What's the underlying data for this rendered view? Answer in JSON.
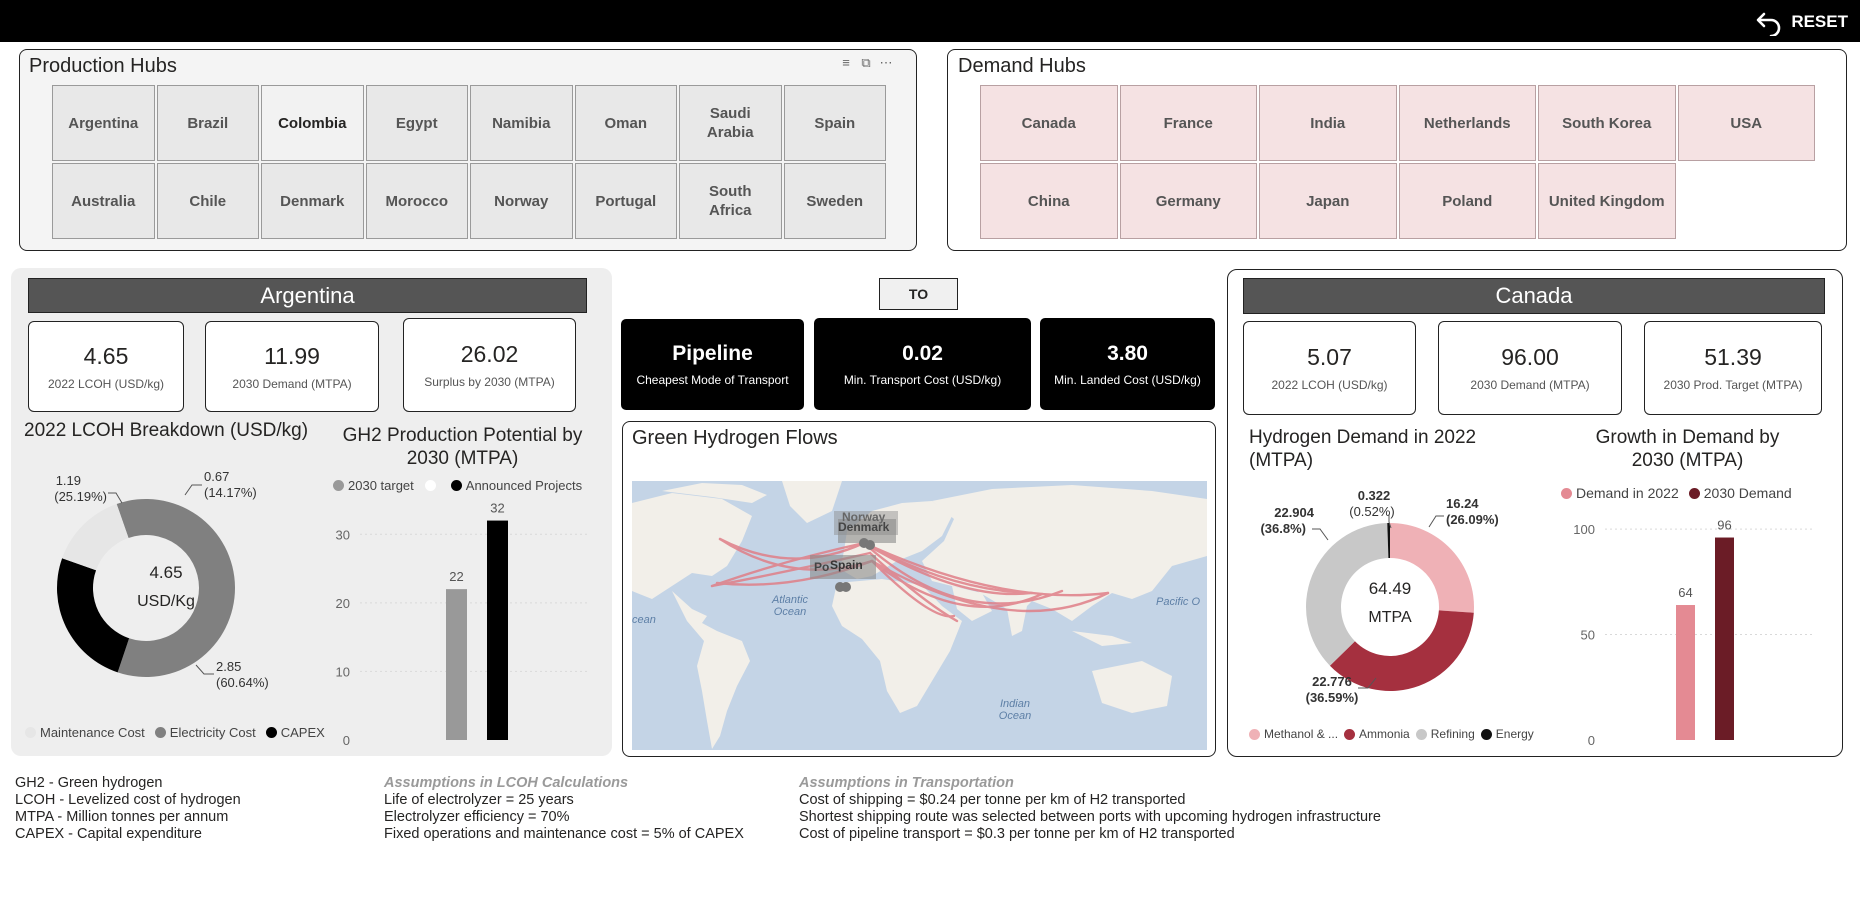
{
  "header": {
    "reset_label": "RESET"
  },
  "production_hubs": {
    "title": "Production Hubs",
    "items": [
      "Argentina",
      "Brazil",
      "Colombia",
      "Egypt",
      "Namibia",
      "Oman",
      "Saudi Arabia",
      "Spain",
      "Australia",
      "Chile",
      "Denmark",
      "Morocco",
      "Norway",
      "Portugal",
      "South Africa",
      "Sweden"
    ],
    "selected": "Colombia"
  },
  "demand_hubs": {
    "title": "Demand Hubs",
    "items": [
      "Canada",
      "France",
      "India",
      "Netherlands",
      "South Korea",
      "USA",
      "China",
      "Germany",
      "Japan",
      "Poland",
      "United Kingdom"
    ]
  },
  "origin": {
    "name": "Argentina",
    "kpis": [
      {
        "value": "4.65",
        "label": "2022 LCOH (USD/kg)"
      },
      {
        "value": "11.99",
        "label": "2030 Demand (MTPA)"
      },
      {
        "value": "26.02",
        "label": "Surplus by 2030 (MTPA)"
      }
    ],
    "lcoh_title": "2022 LCOH Breakdown (USD/kg)",
    "lcoh_center_value": "4.65",
    "lcoh_center_unit": "USD/Kg",
    "lcoh_labels": {
      "capex": {
        "v": "1.19",
        "p": "(25.19%)"
      },
      "maint": {
        "v": "0.67",
        "p": "(14.17%)"
      },
      "elec": {
        "v": "2.85",
        "p": "(60.64%)"
      }
    },
    "lcoh_legend": [
      "Maintenance Cost",
      "Electricity Cost",
      "CAPEX"
    ],
    "potential_title_1": "GH2 Production Potential by",
    "potential_title_2": "2030 (MTPA)",
    "potential_legend": [
      "2030 target",
      "Announced Projects"
    ]
  },
  "transport": {
    "to_label": "TO",
    "cards": [
      {
        "value": "Pipeline",
        "label": "Cheapest Mode of Transport"
      },
      {
        "value": "0.02",
        "label": "Min. Transport Cost (USD/kg)"
      },
      {
        "value": "3.80",
        "label": "Min. Landed Cost (USD/kg)"
      }
    ],
    "map_title": "Green Hydrogen Flows",
    "map_labels": {
      "norway": "Norway",
      "denmark": "Denmark",
      "po": "Po",
      "spain": "Spain",
      "atlantic": "Atlantic",
      "atlantic2": "Ocean",
      "pacific": "Pacific O",
      "indian": "Indian",
      "indian2": "Ocean",
      "ocean_left": "cean"
    }
  },
  "destination": {
    "name": "Canada",
    "kpis": [
      {
        "value": "5.07",
        "label": "2022 LCOH (USD/kg)"
      },
      {
        "value": "96.00",
        "label": "2030 Demand (MTPA)"
      },
      {
        "value": "51.39",
        "label": "2030 Prod. Target (MTPA)"
      }
    ],
    "demand_title_1": "Hydrogen Demand in 2022",
    "demand_title_2": "(MTPA)",
    "demand_center_value": "64.49",
    "demand_center_unit": "MTPA",
    "demand_labels": {
      "methanol": {
        "v": "16.24",
        "p": "(26.09%)"
      },
      "ammonia": {
        "v": "22.776",
        "p": "(36.59%)"
      },
      "refining": {
        "v": "22.904",
        "p": "(36.8%)"
      },
      "energy": {
        "v": "0.322",
        "p": "(0.52%)"
      }
    },
    "demand_legend": [
      "Methanol & ...",
      "Ammonia",
      "Refining",
      "Energy"
    ],
    "growth_title_1": "Growth in Demand by",
    "growth_title_2": "2030 (MTPA)",
    "growth_legend": [
      "Demand in 2022",
      "2030 Demand"
    ]
  },
  "notes": {
    "glossary": [
      "GH2 - Green hydrogen",
      "LCOH - Levelized cost of hydrogen",
      "MTPA - Million tonnes per annum",
      "CAPEX - Capital expenditure"
    ],
    "lcoh_heading": "Assumptions in LCOH Calculations",
    "lcoh_lines": [
      "Life of electrolyzer = 25 years",
      "Electrolyzer efficiency = 70%",
      "Fixed operations and maintenance cost = 5% of CAPEX"
    ],
    "transport_heading": "Assumptions in Transportation",
    "transport_lines": [
      "Cost of shipping = $0.24 per tonne per km of H2 transported",
      "Shortest shipping route was selected between ports with upcoming hydrogen infrastructure",
      "Cost of pipeline transport = $0.3 per tonne per km of H2 transported"
    ]
  },
  "colors": {
    "capex": "#000000",
    "electricity": "#808080",
    "maintenance": "#e6e6e6",
    "methanol": "#efb1b6",
    "ammonia": "#a5303f",
    "refining": "#c8c8c8",
    "energy": "#111111",
    "demand_2022": "#e48a93",
    "demand_2030": "#6b1c26",
    "target_2030": "#999999",
    "announced": "#000000"
  },
  "chart_data": [
    {
      "type": "pie",
      "title": "2022 LCOH Breakdown (USD/kg)",
      "labels": [
        "Electricity Cost",
        "CAPEX",
        "Maintenance Cost"
      ],
      "values": [
        2.85,
        1.19,
        0.67
      ],
      "total": 4.65,
      "legend": "bottom"
    },
    {
      "type": "bar",
      "title": "GH2 Production Potential by 2030 (MTPA)",
      "categories": [
        "2030 target",
        "Announced Projects"
      ],
      "values": [
        22,
        32
      ],
      "ylim": [
        0,
        35
      ],
      "yticks": [
        0,
        10,
        20,
        30
      ],
      "legend": "top"
    },
    {
      "type": "pie",
      "title": "Hydrogen Demand in 2022 (MTPA)",
      "labels": [
        "Methanol & ...",
        "Ammonia",
        "Refining",
        "Energy"
      ],
      "values": [
        16.24,
        22.776,
        22.904,
        0.322
      ],
      "total": 64.49,
      "legend": "bottom"
    },
    {
      "type": "bar",
      "title": "Growth in Demand by 2030 (MTPA)",
      "categories": [
        "Demand in 2022",
        "2030 Demand"
      ],
      "values": [
        64,
        96
      ],
      "ylim": [
        0,
        110
      ],
      "yticks": [
        0,
        50,
        100
      ],
      "legend": "top"
    }
  ]
}
